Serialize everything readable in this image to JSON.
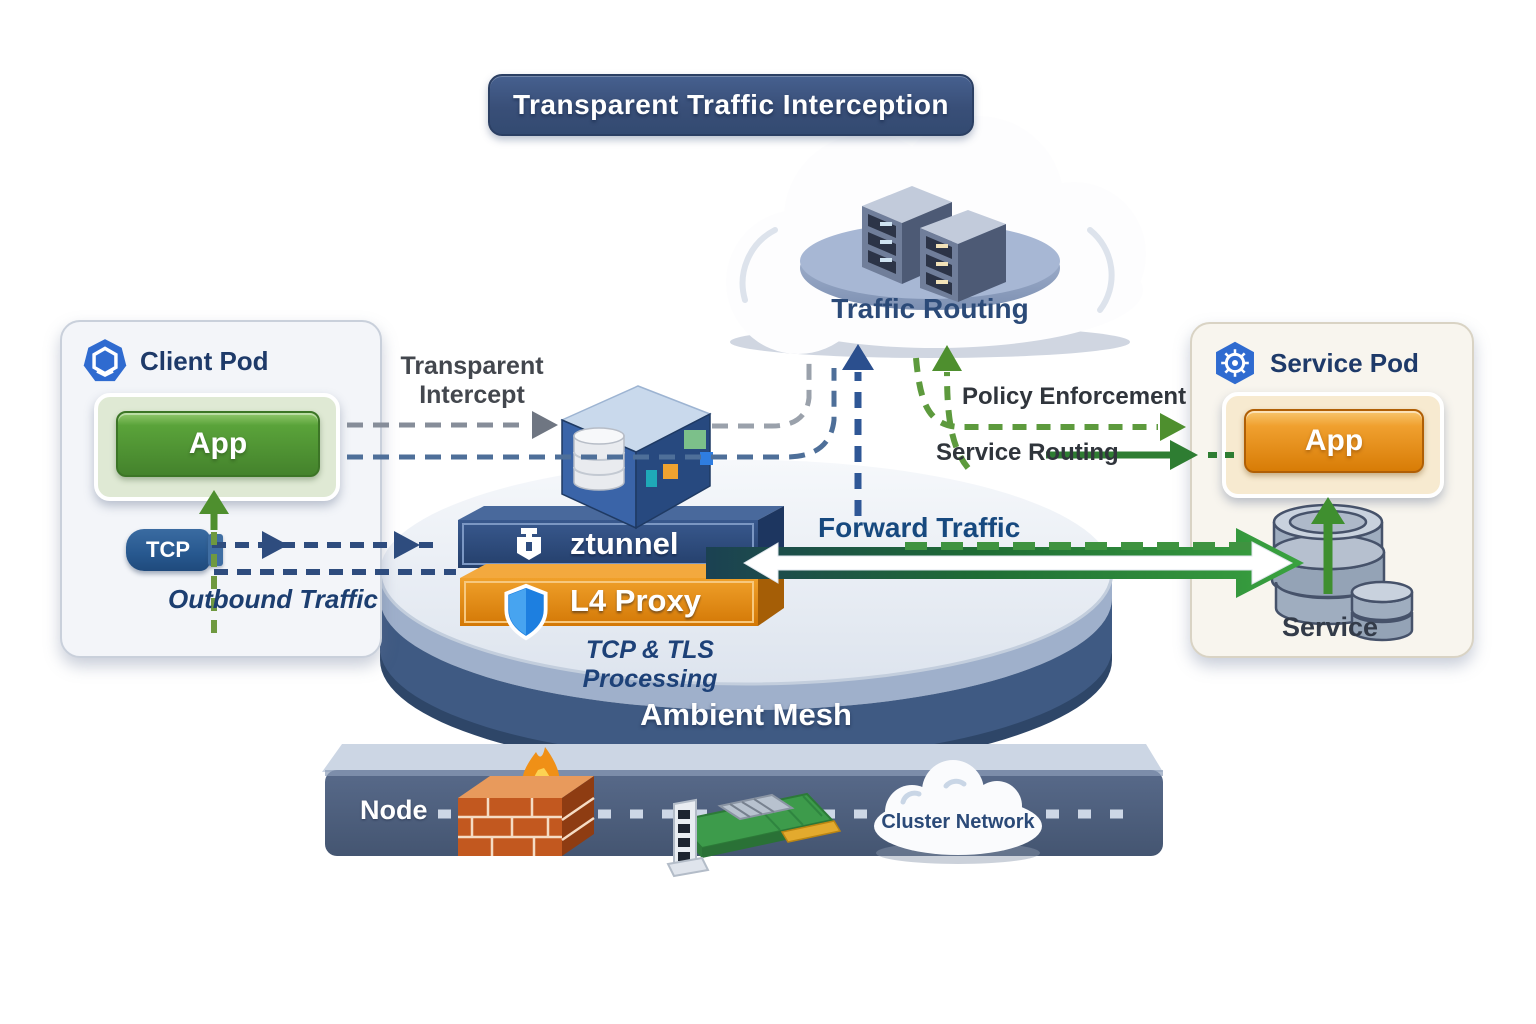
{
  "title": "Transparent Traffic Interception",
  "cloud": {
    "label": "Traffic Routing"
  },
  "client_pod": {
    "title": "Client Pod",
    "app_label": "App",
    "tcp_label": "TCP",
    "outbound_label": "Outbound Traffic"
  },
  "flow_labels": {
    "transparent_intercept": "Transparent Intercept",
    "policy_enforcement": "Policy Enforcement",
    "service_routing": "Service Routing",
    "forward_traffic": "Forward Traffic"
  },
  "mesh": {
    "ztunnel_label": "ztunnel",
    "l4_proxy_label": "L4 Proxy",
    "tcp_tls_label": "TCP & TLS Processing",
    "ambient_label": "Ambient Mesh"
  },
  "service_pod": {
    "title": "Service Pod",
    "app_label": "App",
    "service_label": "Service"
  },
  "node": {
    "label": "Node",
    "cluster_network_label": "Cluster Network"
  },
  "colors": {
    "title_bg": "#3d5379",
    "ztunnel_bar": "#2e4c7e",
    "l4_proxy_bar": "#e78c1a",
    "client_app_green": "#4c8a31",
    "service_app_orange": "#e8941f",
    "mesh_rim_dark": "#3f5a83",
    "node_platform": "#4d5f7e",
    "dash_navy": "#2e4c7e",
    "dash_gray": "#868d99",
    "dash_green": "#5d9a3d",
    "arrow_green_solid": "#2e7d32",
    "text_navy": "#1d3f70"
  }
}
